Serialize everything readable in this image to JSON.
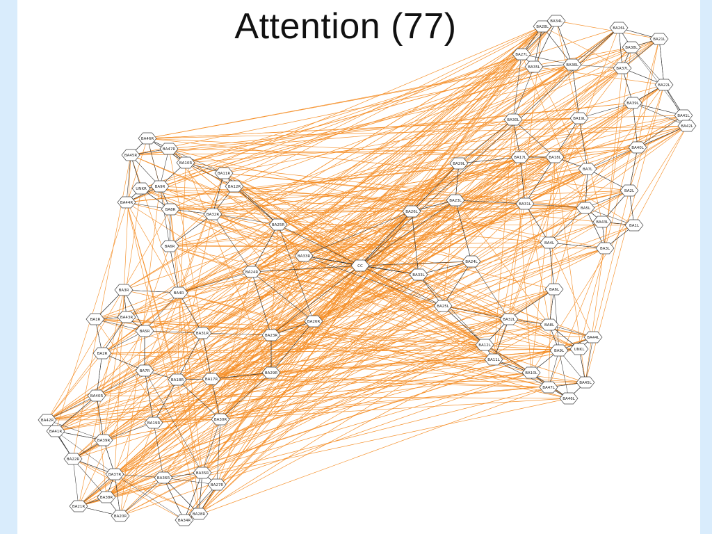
{
  "slide": {
    "title": "Attention (77)"
  },
  "colors": {
    "background": "#d9ecfc",
    "slide": "#ffffff",
    "black_edge": "#333333",
    "orange_edge": "#f5902a",
    "node_fill": "#ffffff",
    "node_stroke": "#444444"
  },
  "nodes": [
    "BA34L",
    "BA28L",
    "BA26L",
    "BA21L",
    "BA38L",
    "BA27L",
    "BA35L",
    "BA36L",
    "BA37L",
    "BA22L",
    "BA39L",
    "BA41L",
    "BA42L",
    "BA30L",
    "BA19L",
    "BA40L",
    "BA29L",
    "BA17L",
    "BA18L",
    "BA7L",
    "BA23L",
    "BA2L",
    "BA26L",
    "BA31L",
    "BA5L",
    "BA43L",
    "BA1L",
    "BA4L",
    "BA3L",
    "CC",
    "BA33R",
    "BA24L",
    "BA33L",
    "BA6L",
    "BA25L",
    "BA32L",
    "BA8L",
    "BA44L",
    "BA12L",
    "BA9L",
    "UNKL",
    "BA11L",
    "BA10L",
    "BA45L",
    "BA47L",
    "BA46L",
    "BA46R",
    "BA47R",
    "BA45R",
    "BA10R",
    "BA11R",
    "UNKR",
    "BA9R",
    "BA12R",
    "BA44R",
    "BA8R",
    "BA32R",
    "BA25R",
    "BA6R",
    "BA24R",
    "BA3R",
    "BA4R",
    "BA43R",
    "BA1R",
    "BA5R",
    "BA31R",
    "BA26R",
    "BA23R",
    "BA2R",
    "BA7R",
    "BA18R",
    "BA17R",
    "BA29R",
    "BA40R",
    "BA42R",
    "BA41R",
    "BA19R",
    "BA30R",
    "BA39R",
    "BA22R",
    "BA37R",
    "BA36R",
    "BA35R",
    "BA27R",
    "BA38R",
    "BA21R",
    "BA20R",
    "BA28R",
    "BA34R"
  ]
}
